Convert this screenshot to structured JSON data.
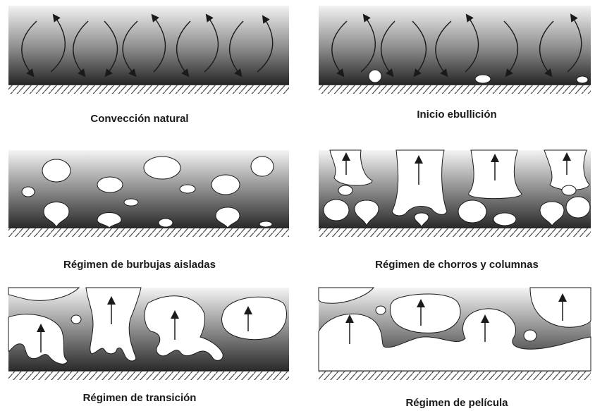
{
  "panels": [
    {
      "caption": "Convección natural"
    },
    {
      "caption": "Inicio ebullición"
    },
    {
      "caption": "Régimen de burbujas aisladas"
    },
    {
      "caption": "Régimen de chorros y columnas"
    },
    {
      "caption": "Régimen de transición"
    },
    {
      "caption": "Régimen de película"
    }
  ],
  "colors": {
    "liquid_top": "#f2f2f2",
    "liquid_bottom": "#262626",
    "vapor": "#ffffff",
    "outline": "#1a1a1a",
    "hatch": "#555555"
  }
}
